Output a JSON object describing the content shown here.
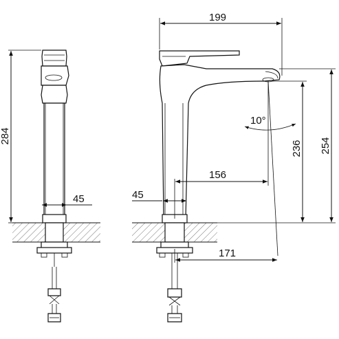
{
  "dimensions": {
    "side_height": "284",
    "side_body_width": "45",
    "front_reach": "199",
    "front_height_total": "254",
    "front_height_spout": "236",
    "front_spout_reach": "156",
    "front_body_width": "45",
    "front_tail_offset": "171",
    "spout_angle": "10°"
  },
  "icons": {
    "side_view": "faucet-side-view",
    "front_view": "faucet-front-view",
    "countertop": "countertop-hatch",
    "hose": "flexible-hose"
  }
}
